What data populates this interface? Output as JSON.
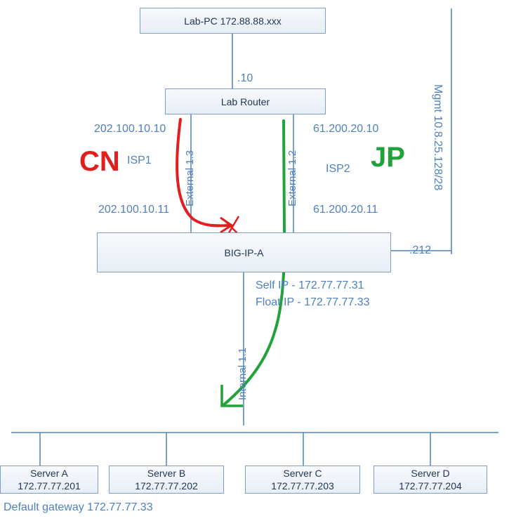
{
  "nodes": {
    "lab_pc": "Lab-PC 172.88.88.xxx",
    "lab_router": "Lab Router",
    "bigip": "BIG-IP-A"
  },
  "servers": [
    {
      "name": "Server A",
      "ip": "172.77.77.201"
    },
    {
      "name": "Server B",
      "ip": "172.77.77.202"
    },
    {
      "name": "Server C",
      "ip": "172.77.77.203"
    },
    {
      "name": "Server D",
      "ip": "172.77.77.204"
    }
  ],
  "labels": {
    "router_ip": ".10",
    "isp1_router_ip": "202.100.10.10",
    "isp1_bigip_ip": "202.100.10.11",
    "isp2_router_ip": "61.200.20.10",
    "isp2_bigip_ip": "61.200.20.11",
    "isp1": "ISP1",
    "isp2": "ISP2",
    "ext13": "External 1.3",
    "ext12": "External 1.2",
    "internal": "Internal 1.1",
    "mgmt": "Mgmt 10.8.25.128/28",
    "mgmt_ip": ".212",
    "self_ip": "Self IP - 172.77.77.31",
    "float_ip": "Float IP - 172.77.77.33",
    "default_gw": "Default gateway 172.77.77.33"
  },
  "annotations": {
    "cn": "CN",
    "jp": "JP",
    "cn_color": "#e0201e",
    "jp_color": "#1fa33a"
  }
}
